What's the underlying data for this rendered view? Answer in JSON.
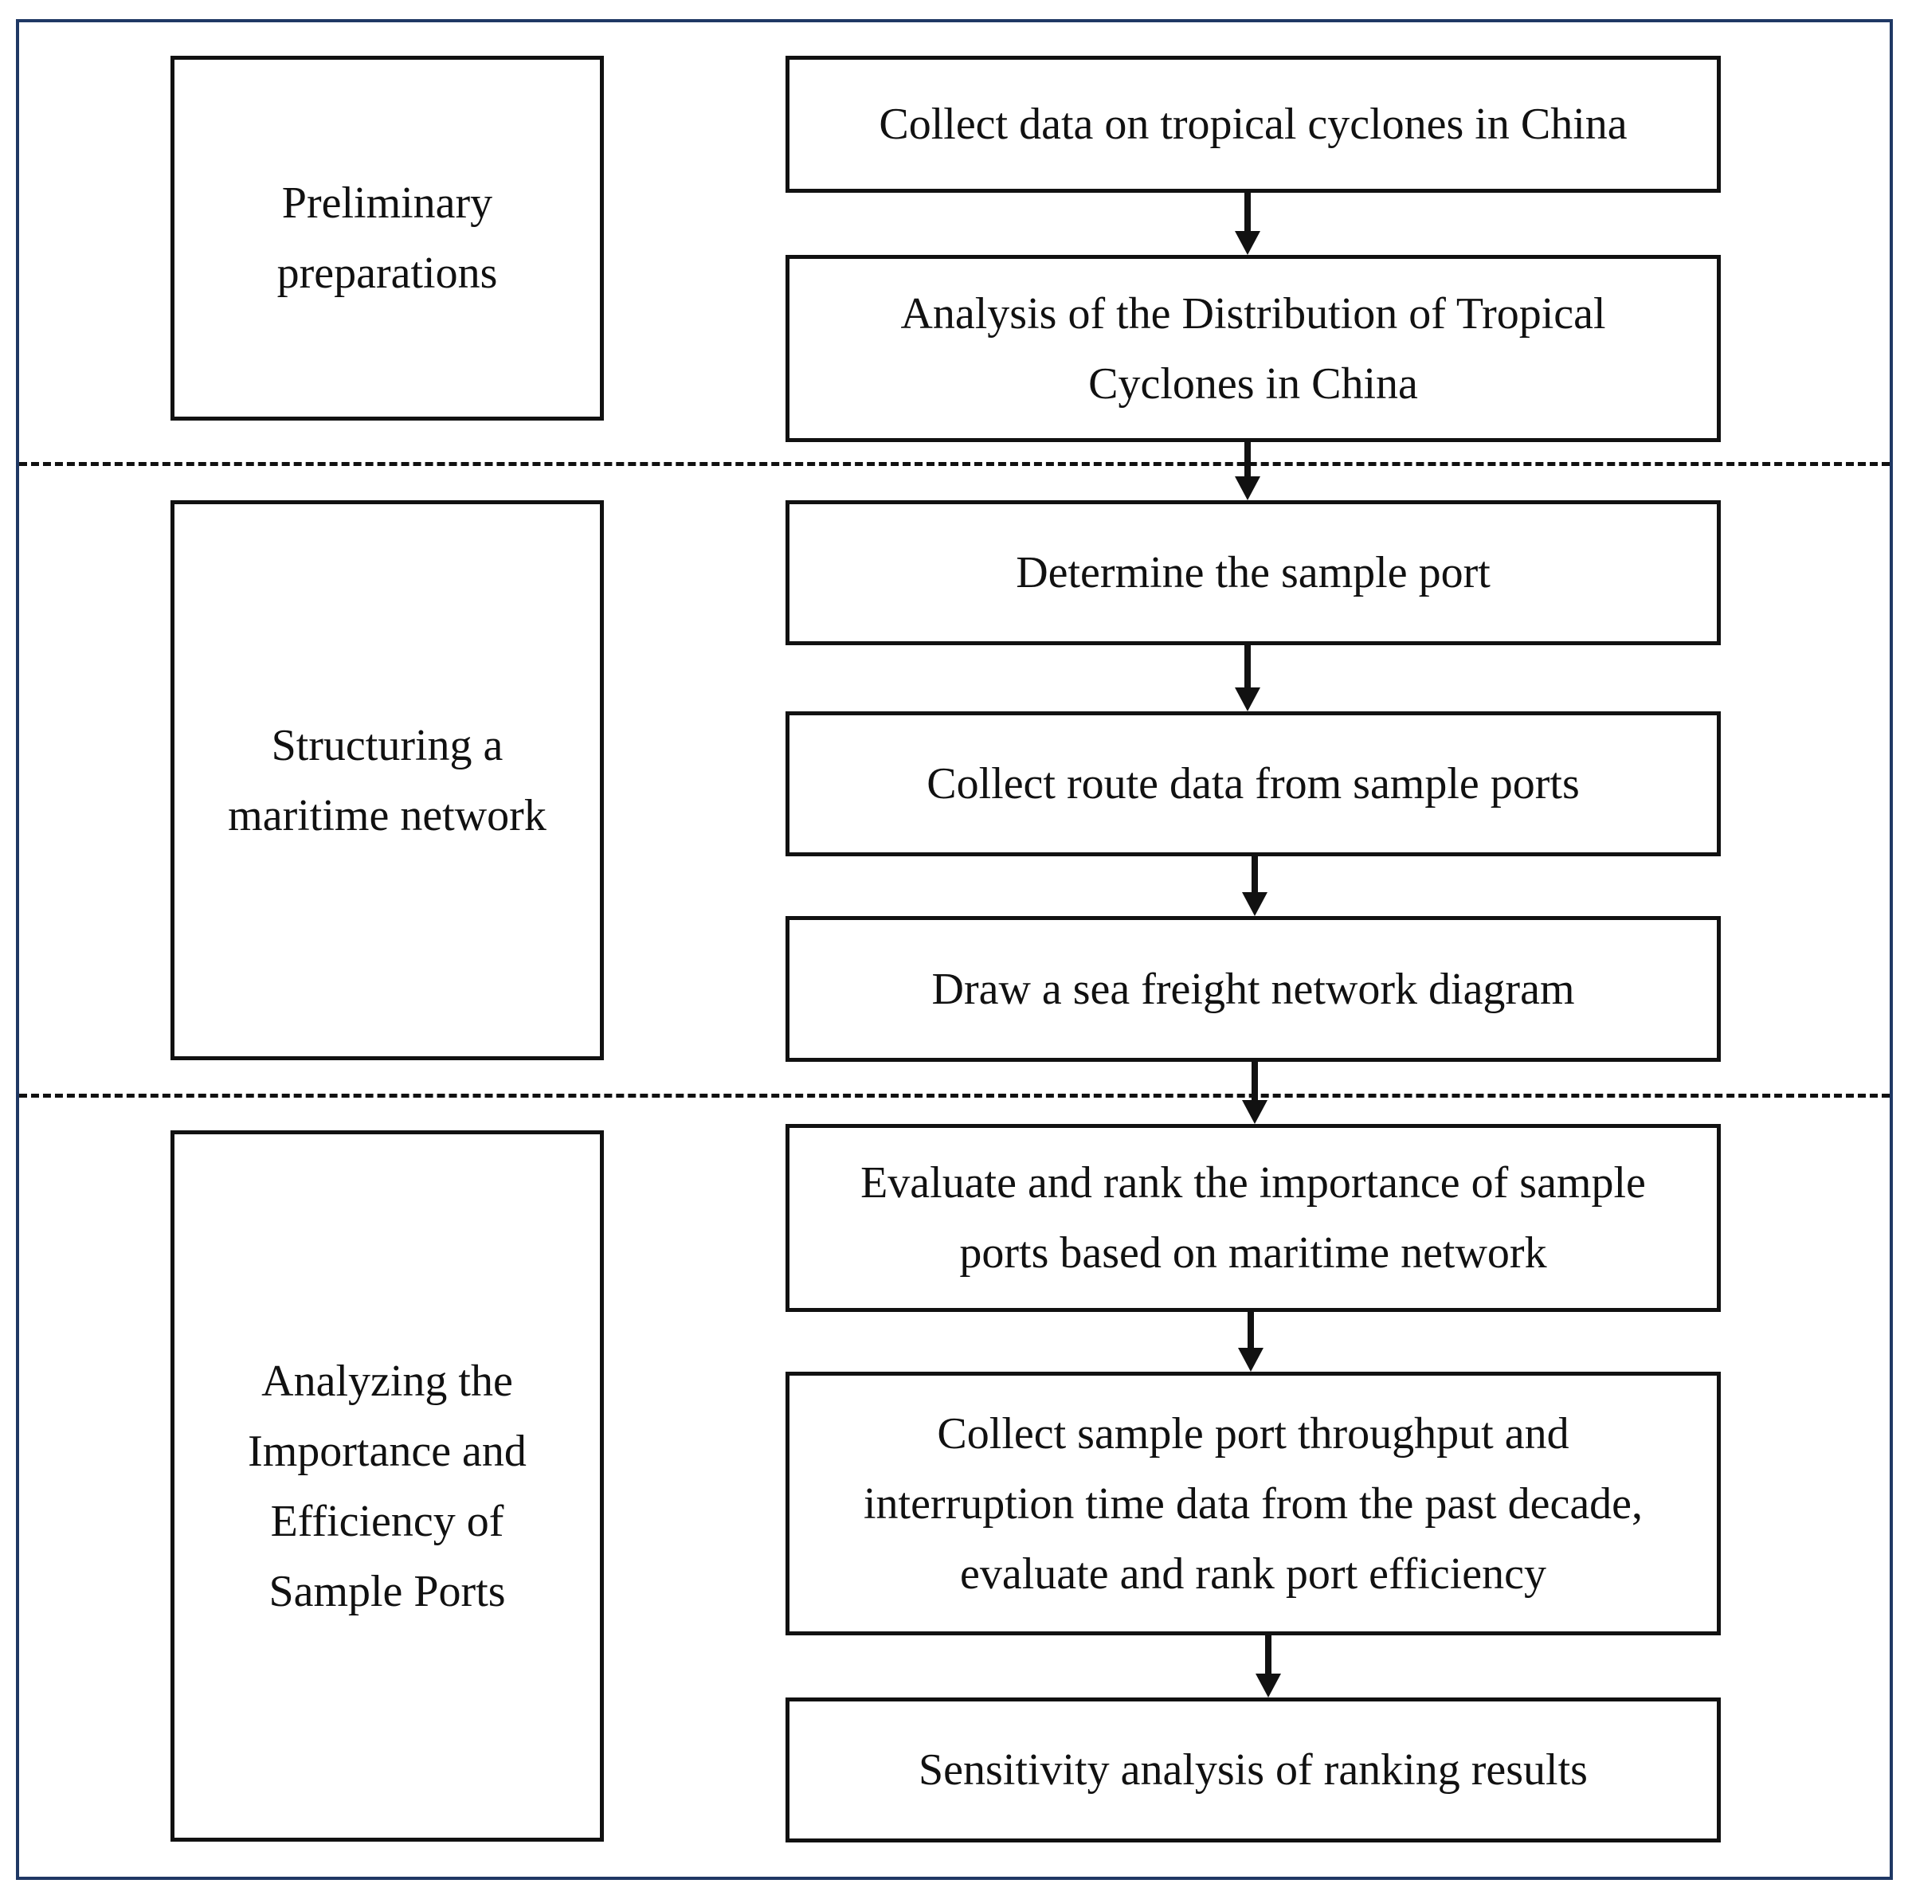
{
  "colors": {
    "frame_border": "#1f3864",
    "box_border": "#111111",
    "text": "#111111",
    "background": "#ffffff"
  },
  "phases": [
    {
      "label": "Preliminary\npreparations"
    },
    {
      "label": "Structuring a\nmaritime network"
    },
    {
      "label": "Analyzing the\nImportance and\nEfficiency of\nSample Ports"
    }
  ],
  "steps": [
    {
      "label": "Collect data on tropical cyclones in China"
    },
    {
      "label": "Analysis of the Distribution of Tropical\nCyclones in China"
    },
    {
      "label": "Determine the sample port"
    },
    {
      "label": "Collect route data from sample ports"
    },
    {
      "label": "Draw a sea freight network diagram"
    },
    {
      "label": "Evaluate and rank the importance of sample\nports based on maritime network"
    },
    {
      "label": "Collect sample port throughput and\ninterruption time data from the past decade,\nevaluate and rank port efficiency"
    },
    {
      "label": "Sensitivity analysis of ranking results"
    }
  ]
}
